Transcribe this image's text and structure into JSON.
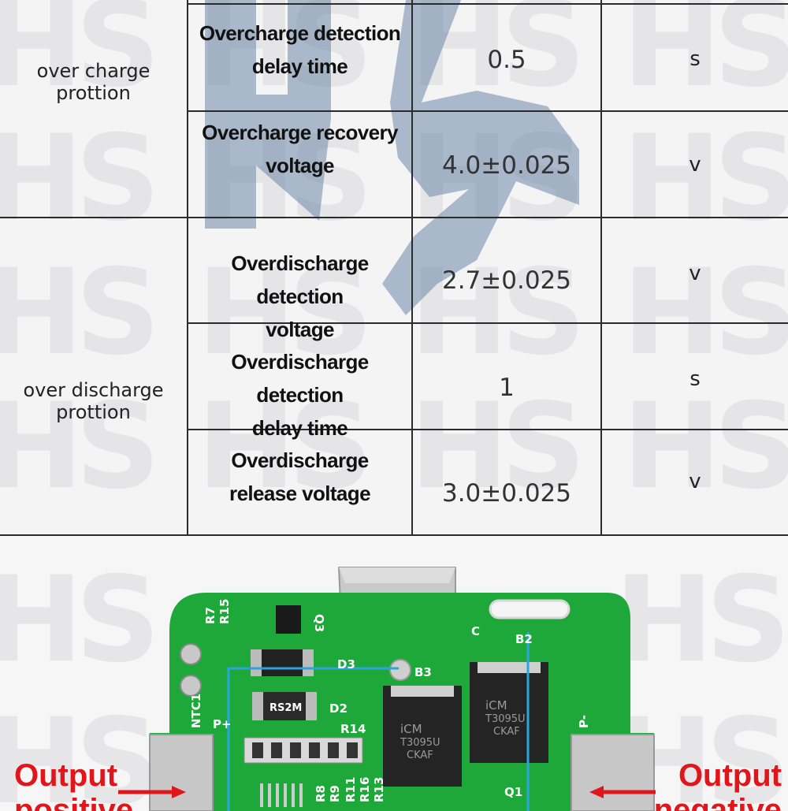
{
  "table": {
    "groups": [
      {
        "label_line1": "over charge",
        "label_line2": "prottion"
      },
      {
        "label_line1": "over discharge",
        "label_line2": "prottion"
      }
    ],
    "rows": [
      {
        "param_line1": "Overcharge detection",
        "param_line2": "delay time",
        "value": "0.5",
        "unit": "s"
      },
      {
        "param_line1": "Overcharge recovery",
        "param_line2": "voltage",
        "value": "4.0±0.025",
        "unit": "v"
      },
      {
        "param_line1": "Overdischarge detection",
        "param_line2": "voltage",
        "value": "2.7±0.025",
        "unit": "v"
      },
      {
        "param_line1": "Overdischarge detection",
        "param_line2": "delay time",
        "value": "1",
        "unit": "s"
      },
      {
        "param_line1": "Overdischarge",
        "param_line2": "release voltage",
        "value": "3.0±0.025",
        "unit": "v"
      }
    ]
  },
  "board": {
    "labels": {
      "r7": "R7",
      "r15": "R15",
      "q3": "Q3",
      "c": "C",
      "b2": "B2",
      "d3": "D3",
      "b3": "B3",
      "ntc1": "NTC1",
      "d2": "D2",
      "rs2m": "RS2M",
      "r14": "R14",
      "p_plus": "P+",
      "p_minus": "P-",
      "r8": "R8",
      "r9": "R9",
      "r11": "R11",
      "r16": "R16",
      "r13": "R13",
      "q1": "Q1"
    },
    "chip1": {
      "brand": "iCM",
      "part": "T3095U",
      "code": "CKAF"
    },
    "chip2": {
      "brand": "iCM",
      "part": "T3095U",
      "code": "CKAF"
    }
  },
  "callouts": {
    "left_line1": "Output",
    "left_line2": "positive",
    "right_line1": "Output",
    "right_line2": "negative"
  },
  "colors": {
    "pcb": "#1fa83a",
    "callout": "#e0161b",
    "trace": "#2aa6dd"
  }
}
